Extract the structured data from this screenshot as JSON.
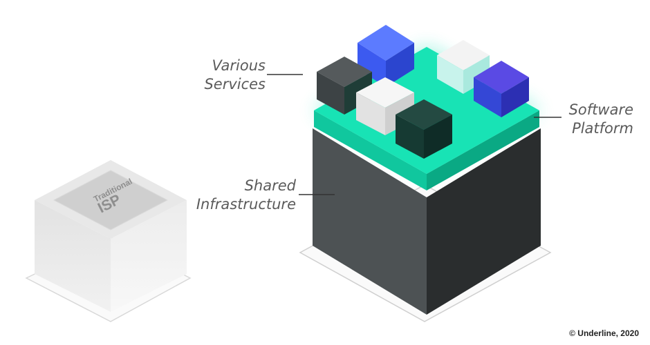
{
  "labels": {
    "various_services": [
      "Various",
      "Services"
    ],
    "software_platform": [
      "Software",
      "Platform"
    ],
    "shared_infrastructure": [
      "Shared",
      "Infrastructure"
    ],
    "traditional": "Traditional",
    "isp": "ISP"
  },
  "copyright": "© Underline, 2020",
  "colors": {
    "platform_green": "#16e0b3",
    "infrastructure_dark": "#3a3f41",
    "service_blue": "#3d5cf2",
    "service_purple": "#4f3fd8",
    "service_dark": "#213f3a",
    "service_light": "#eeeeee",
    "traditional_box": "#e6e6e6",
    "label_text": "#5a5a5a"
  }
}
